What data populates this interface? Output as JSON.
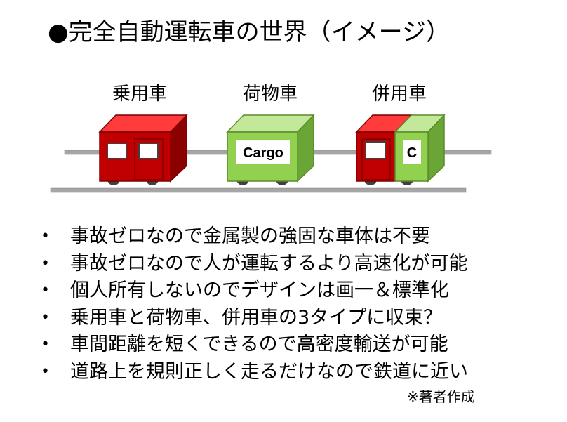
{
  "title": "●完全自動運転車の世界（イメージ）",
  "vehicles": [
    {
      "label": "乗用車",
      "box_text": ""
    },
    {
      "label": "荷物車",
      "box_text": "Cargo"
    },
    {
      "label": "併用車",
      "box_text": "C"
    }
  ],
  "bullets": [
    "事故ゼロなので金属製の強固な車体は不要",
    "事故ゼロなので人が運転するより高速化が可能",
    "個人所有しないのでデザインは画一＆標準化",
    "乗用車と荷物車、併用車の3タイプに収束？",
    "車間距離を短くできるので高密度輸送が可能",
    "道路上を規則正しく走るだけなので鉄道に近い"
  ],
  "bullet_symbol": "•",
  "credit": "※著者作成",
  "colors": {
    "passenger_red": "#c00000",
    "cargo_green": "#92d050",
    "rail_gray": "#a6a6a6",
    "outline": "#7f0000"
  }
}
